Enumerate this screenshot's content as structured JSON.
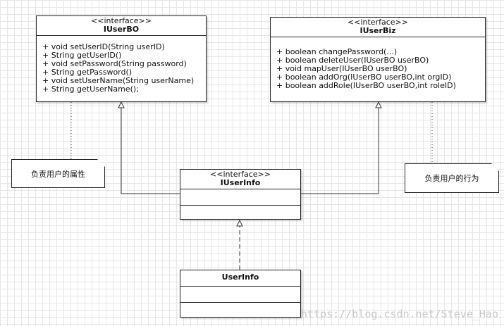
{
  "classes": {
    "iuserbo": {
      "stereotype": "<<interface>>",
      "name": "IUserBO",
      "methods": [
        "+ void setUserID(String userID)",
        "+ String getUserID()",
        "+ void setPassword(String password)",
        "+ String getPassword()",
        "+ void setUserName(String userName)",
        "+ String getUserName();"
      ]
    },
    "iuserbiz": {
      "stereotype": "<<interface>>",
      "name": "IUserBiz",
      "methods": [
        "+ boolean changePassword(...)",
        "+ boolean deleteUser(IUserBO userBO)",
        "+ void mapUser(IUserBO userBO)",
        "+ boolean addOrg(IUserBO userBO,int orgID)",
        "+ boolean addRole(IUserBO userBO,int roleID)"
      ]
    },
    "iuserinfo": {
      "stereotype": "<<interface>>",
      "name": "IUserInfo"
    },
    "userinfo": {
      "name": "UserInfo"
    }
  },
  "notes": {
    "left": "负责用户的属性",
    "right": "负责用户的行为"
  },
  "watermark": "https://blog.csdn.net/Steve_Hao"
}
